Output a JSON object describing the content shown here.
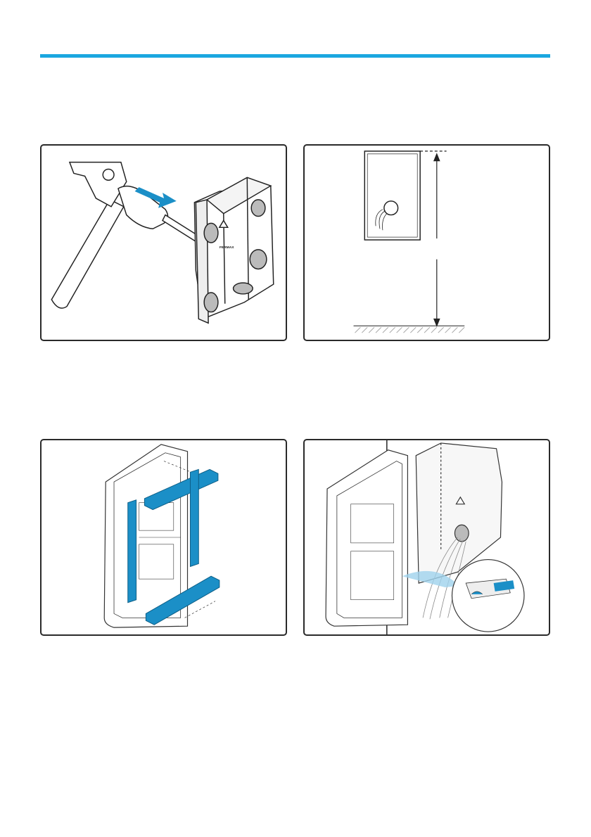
{
  "page": {
    "accent_color": "#1aa7e0",
    "highlight_color": "#1b8fc7"
  },
  "panels": [
    {
      "id": "panel-1",
      "icons": [
        "hammer-icon",
        "screwdriver-icon",
        "flush-box-icon",
        "arrow-icon"
      ]
    },
    {
      "id": "panel-2",
      "icons": [
        "box-outline-icon",
        "height-dimension-icon",
        "floor-line-icon"
      ]
    },
    {
      "id": "panel-3",
      "icons": [
        "unit-back-icon",
        "spacer-bar-icon"
      ]
    },
    {
      "id": "panel-4",
      "icons": [
        "unit-front-icon",
        "flush-box-icon",
        "cable-icon",
        "zoom-detail-icon"
      ]
    }
  ],
  "box_brand": "FERMAX"
}
